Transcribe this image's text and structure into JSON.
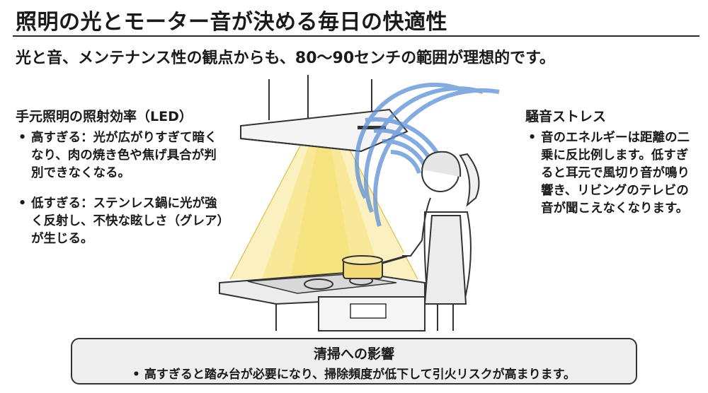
{
  "title": "照明の光とモーター音が決める毎日の快適性",
  "subtitle": "光と音、メンテナンス性の観点からも、80〜90センチの範囲が理想的です。",
  "lighting": {
    "heading": "手元照明の照射効率（LED）",
    "points": [
      "高すぎる：光が広がりすぎて暗くなり、肉の焼き色や焦げ具合が判別できなくなる。",
      "低すぎる：ステンレス鍋に光が強く反射し、不快な眩しさ（グレア）が生じる。"
    ]
  },
  "noise": {
    "heading": "騒音ストレス",
    "points": [
      "音のエネルギーは距離の二乗に反比例します。低すぎると耳元で風切り音が鳴り響き、リビングのテレビの音が聞こえなくなります。"
    ]
  },
  "cleaning": {
    "heading": "清掃への影響",
    "points": [
      "高すぎると踏み台が必要になり、掃除頻度が低下して引火リスクが高まります。"
    ]
  },
  "colors": {
    "light_beam": "#f3d64a",
    "sound_waves": "#5b8fd6",
    "box_background": "#eeeeee"
  },
  "icons": [
    "range-hood-icon",
    "light-beam-icon",
    "sound-wave-icon",
    "cooking-person-icon",
    "gas-stove-icon",
    "pot-icon"
  ]
}
